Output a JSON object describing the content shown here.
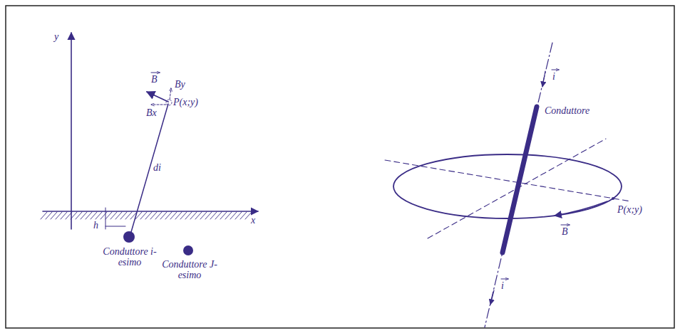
{
  "diagram": {
    "labels": [
      "y",
      "x",
      "B",
      "By",
      "Bx",
      "P(x;y)",
      "di",
      "h",
      "Conduttore i-esimo",
      "Conduttore J-esimo",
      "i",
      "Conduttore",
      "P(x;y)",
      "B",
      "i"
    ]
  }
}
